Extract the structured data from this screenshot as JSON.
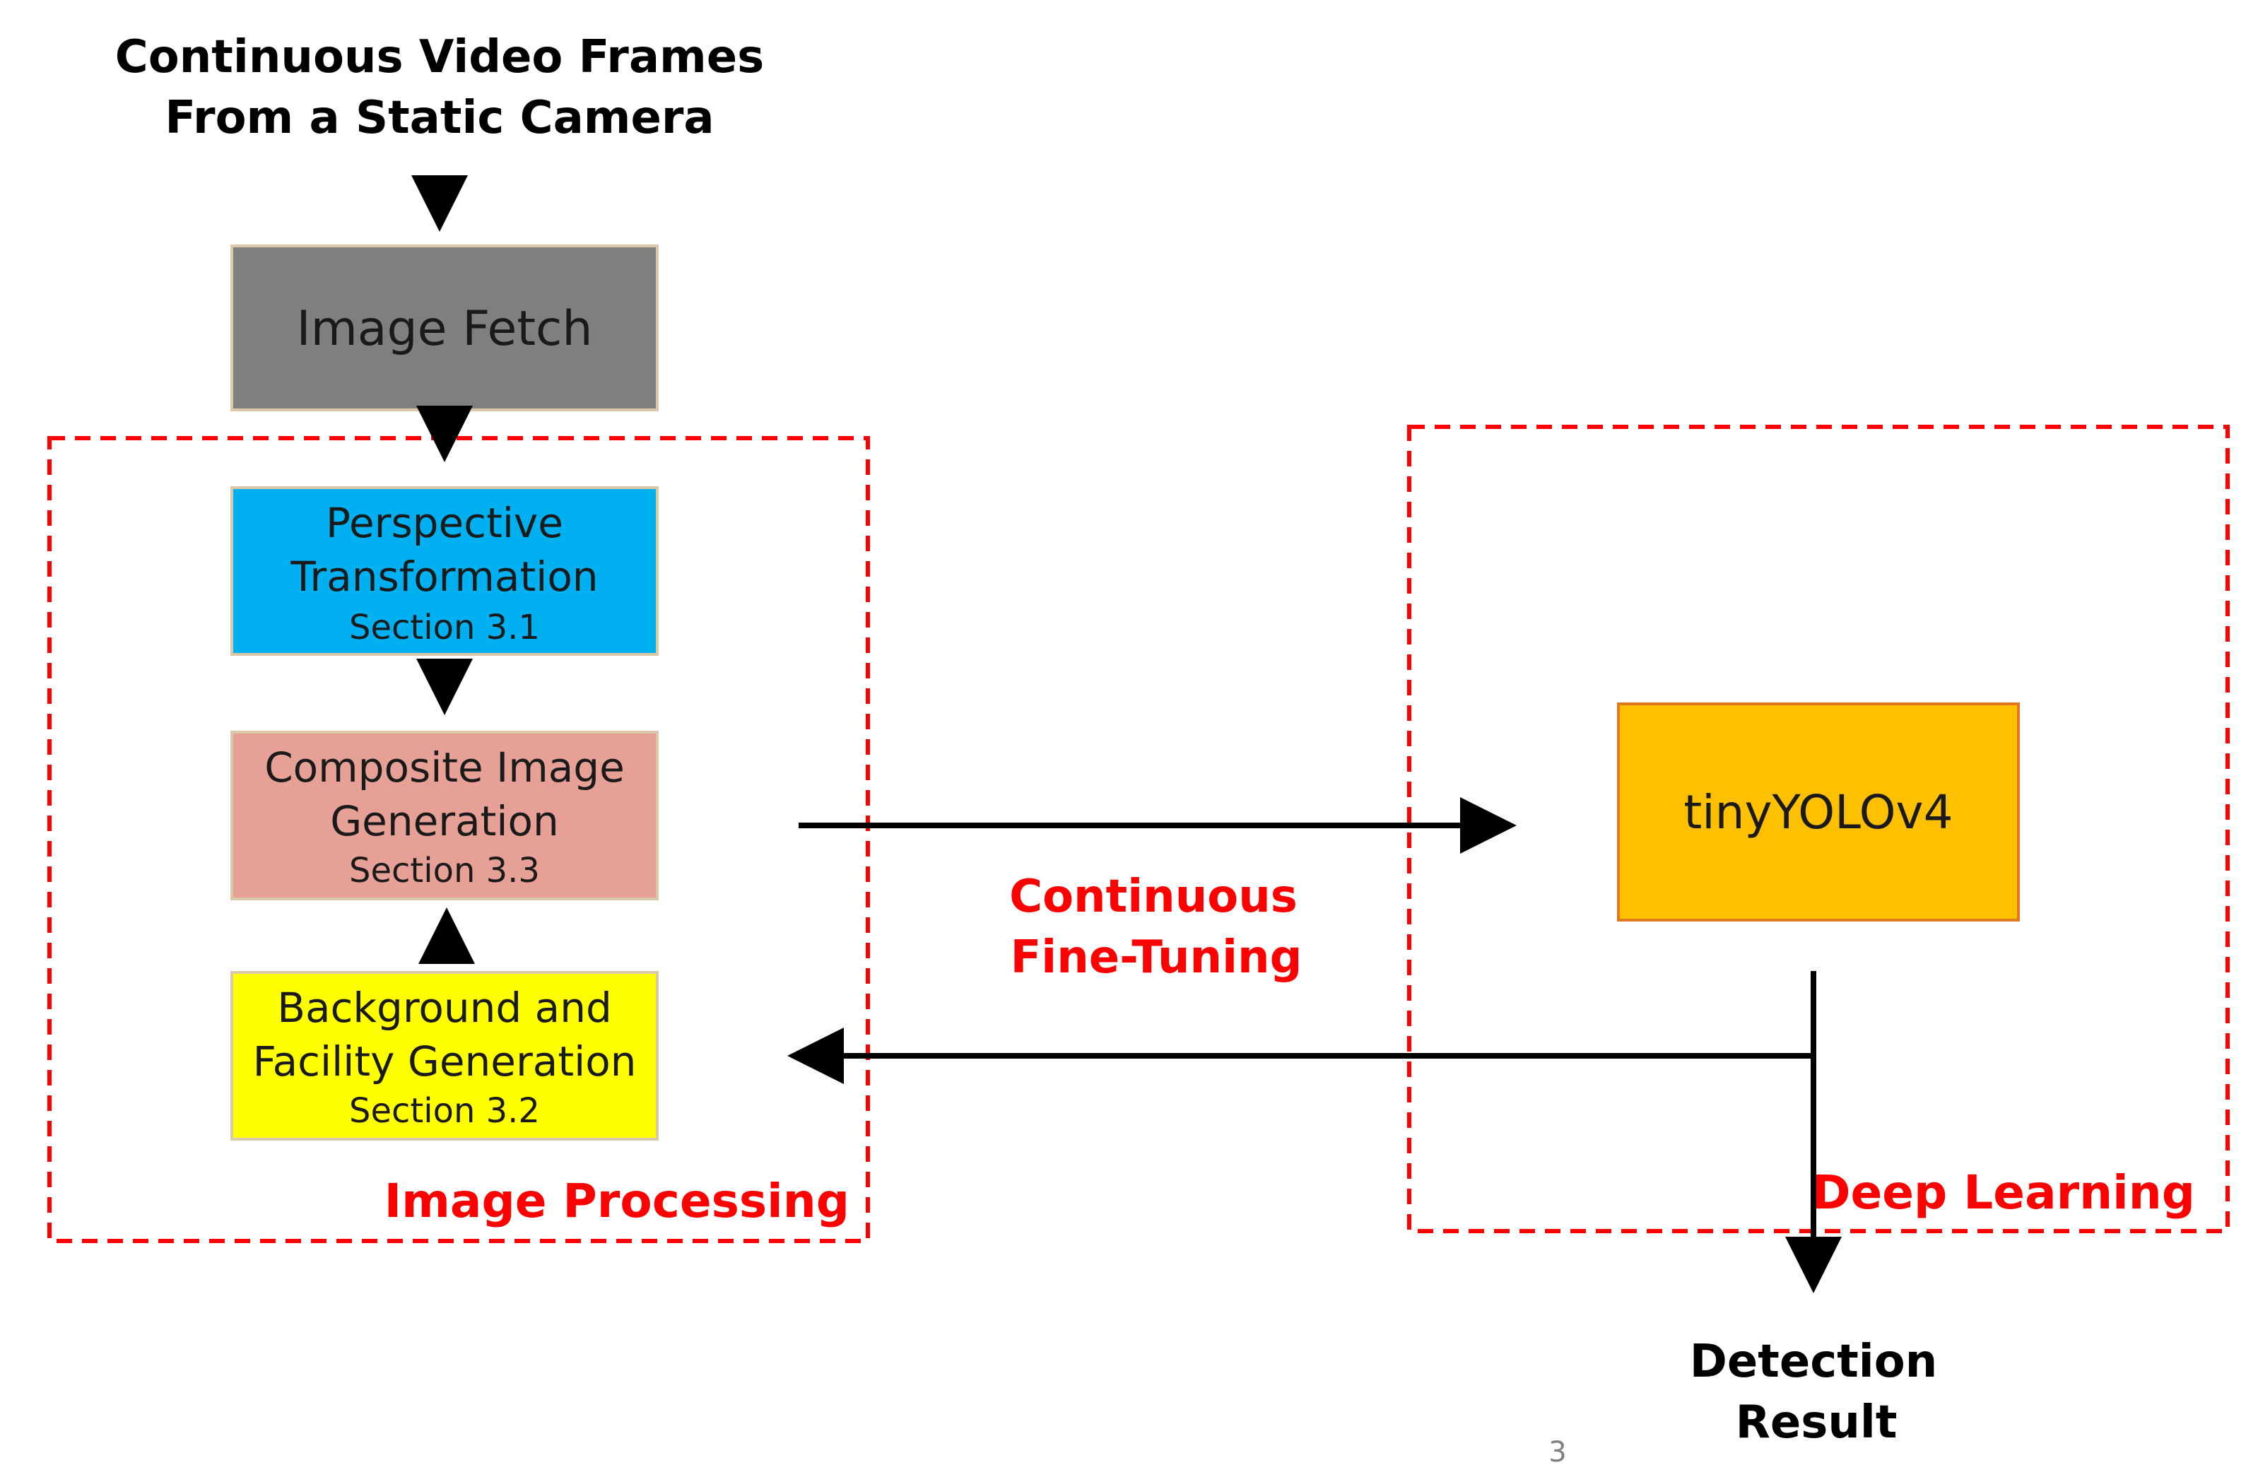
{
  "input": {
    "line1": "Continuous Video Frames",
    "line2": "From a Static Camera"
  },
  "nodes": {
    "image_fetch": {
      "label": "Image Fetch",
      "color": "#7f7f7f"
    },
    "perspective": {
      "line1": "Perspective",
      "line2": "Transformation",
      "section": "Section 3.1",
      "color": "#00b0f0"
    },
    "composite": {
      "line1": "Composite Image",
      "line2": "Generation",
      "section": "Section 3.3",
      "color": "#e6a096"
    },
    "background": {
      "line1": "Background and",
      "line2": "Facility Generation",
      "section": "Section 3.2",
      "color": "#ffff00"
    },
    "tinyyolo": {
      "label": "tinyYOLOv4",
      "color": "#ffc000"
    }
  },
  "groups": {
    "image_processing": {
      "label": "Image Processing",
      "color": "#ff0000"
    },
    "deep_learning": {
      "label": "Deep Learning",
      "color": "#ff0000"
    }
  },
  "edges": {
    "fine_tuning": {
      "line1": "Continuous",
      "line2": "Fine-Tuning",
      "color": "#ff0000"
    }
  },
  "output": {
    "line1": "Detection",
    "line2": "Result"
  },
  "page_number": "3"
}
